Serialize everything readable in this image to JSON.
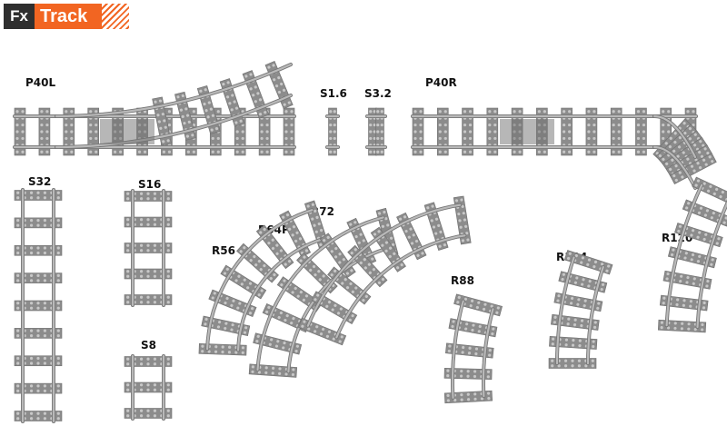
{
  "brand": {
    "fx": "Fx",
    "name": "Track",
    "accent": "#f26522",
    "dark": "#2f2f2f"
  },
  "colors": {
    "sleeper": "#8c8c8c",
    "sleeper_dark": "#6f6f6f",
    "stud": "#c8c8c8",
    "rail": "#b9b9b9",
    "rail_edge": "#777777"
  },
  "pieces": [
    {
      "id": "P40L",
      "label": "P40L"
    },
    {
      "id": "S1.6",
      "label": "S1.6"
    },
    {
      "id": "S3.2",
      "label": "S3.2"
    },
    {
      "id": "P40R",
      "label": "P40R"
    },
    {
      "id": "S32",
      "label": "S32"
    },
    {
      "id": "S16",
      "label": "S16"
    },
    {
      "id": "S8",
      "label": "S8"
    },
    {
      "id": "R56",
      "label": "R56"
    },
    {
      "id": "R64P",
      "label": "R64P"
    },
    {
      "id": "R72",
      "label": "R72"
    },
    {
      "id": "R88",
      "label": "R88"
    },
    {
      "id": "R104",
      "label": "R104"
    },
    {
      "id": "R120",
      "label": "R120"
    }
  ]
}
